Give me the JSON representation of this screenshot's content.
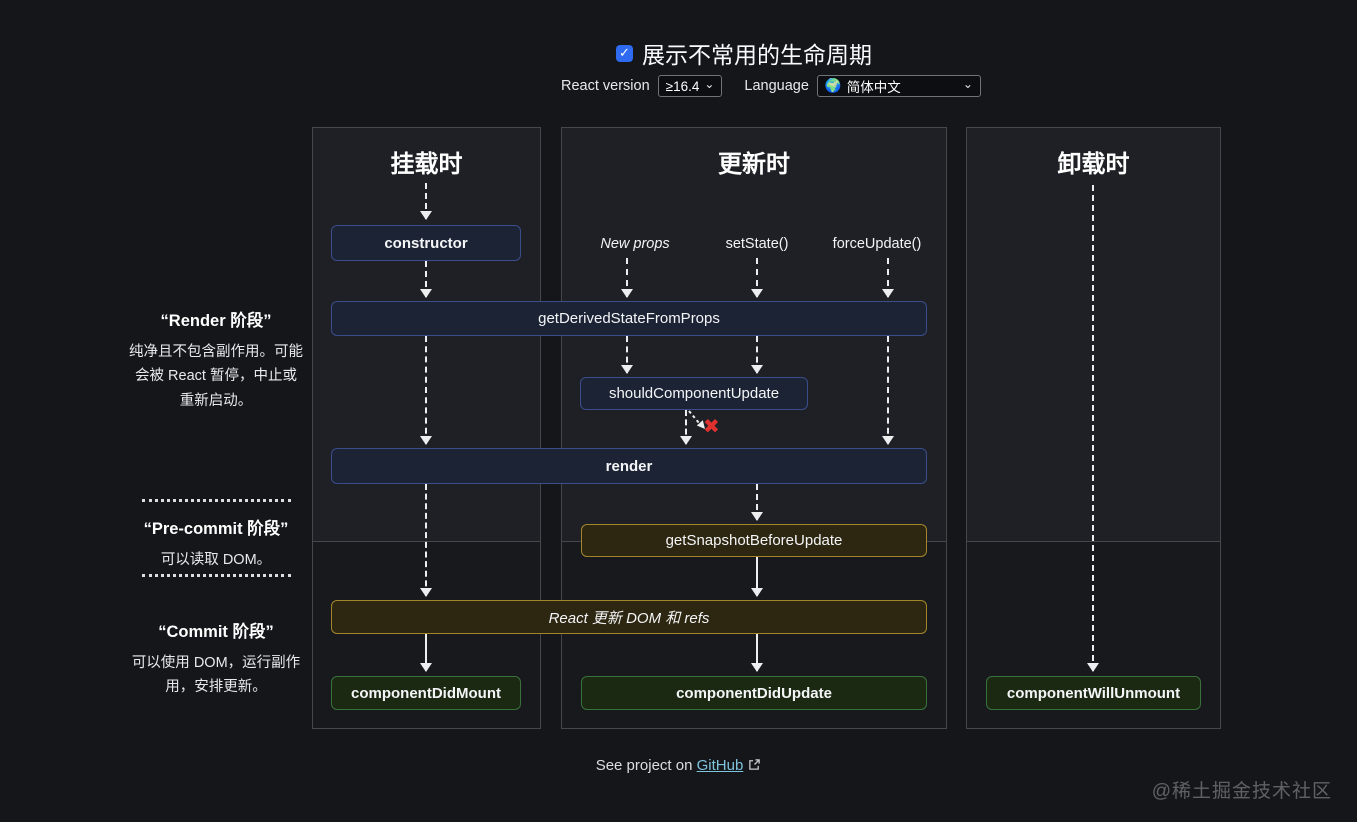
{
  "header": {
    "checkbox_label": "展示不常用的生命周期",
    "checkbox_checked": true,
    "react_version_label": "React version",
    "react_version_value": "≥16.4",
    "language_label": "Language",
    "language_value": "简体中文"
  },
  "icons": {
    "check": "✓",
    "chevron_down": "⌄",
    "globe": "🌍",
    "blocked_x": "✖"
  },
  "columns": {
    "mount": {
      "title": "挂载时"
    },
    "update": {
      "title": "更新时"
    },
    "unmount": {
      "title": "卸载时"
    }
  },
  "triggers": {
    "new_props": "New props",
    "set_state": "setState()",
    "force_update": "forceUpdate()"
  },
  "methods": {
    "ctor": "constructor",
    "get_derived_state_from_props": "getDerivedStateFromProps",
    "should_component_update": "shouldComponentUpdate",
    "render": "render",
    "get_snapshot_before_update": "getSnapshotBeforeUpdate",
    "react_updates_dom": "React 更新 DOM 和 refs",
    "component_did_mount": "componentDidMount",
    "component_did_update": "componentDidUpdate",
    "component_will_unmount": "componentWillUnmount"
  },
  "phases": {
    "render": {
      "title": "“Render 阶段”",
      "desc": "纯净且不包含副作用。可能会被 React 暂停，中止或重新启动。"
    },
    "pre_commit": {
      "title": "“Pre-commit 阶段”",
      "desc": "可以读取 DOM。"
    },
    "commit": {
      "title": "“Commit 阶段”",
      "desc": "可以使用 DOM，运行副作用，安排更新。"
    }
  },
  "footer": {
    "text_before": "See project on ",
    "link_label": "GitHub"
  },
  "watermark": "@稀土掘金技术社区",
  "colors": {
    "accent_checkbox": "#2e6bf0",
    "box_blue_border": "#3b4e8c",
    "box_gold_border": "#a3862c",
    "box_green_border": "#39713b",
    "reject_red": "#e0312f",
    "link": "#7fc3dd"
  }
}
